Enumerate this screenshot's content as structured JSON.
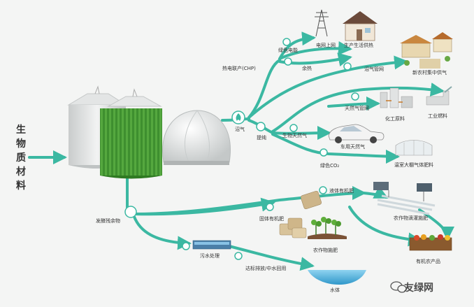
{
  "input": {
    "chars": [
      "生",
      "物",
      "质",
      "材",
      "料"
    ]
  },
  "nodes": {
    "chp": "热电联产(CHP)",
    "green_power": "绿色电能",
    "grid": "电网上网",
    "home_heat": "生产生活供热",
    "waste_heat": "余热",
    "biogas_network": "沼气管网",
    "village_gas": "新农村集中供气",
    "biogas": "沼气",
    "purify": "提纯",
    "ng_network": "天然气管网",
    "chem_raw": "化工原料",
    "industrial_fuel": "工业燃料",
    "bio_ng": "生物天然气",
    "vehicle_ng": "车用天然气",
    "green_co2": "绿色CO₂",
    "greenhouse": "温室大棚气体肥料",
    "residue": "发酵残余物",
    "liquid_fert": "液体有机肥",
    "drip": "农作物滴灌施肥",
    "solid_fert": "固体有机肥",
    "crop_fert": "农作物施肥",
    "organic_produce": "有机农产品",
    "sewage": "污水处理",
    "reuse": "达标排放/中水回用",
    "water": "水体"
  },
  "watermark": {
    "text": "友绿网",
    "icon": "wechat-icon"
  },
  "colors": {
    "flow": "#3bb8a2",
    "tank_green": "#3d8c2e",
    "tank_grey": "#d9dcdc"
  }
}
